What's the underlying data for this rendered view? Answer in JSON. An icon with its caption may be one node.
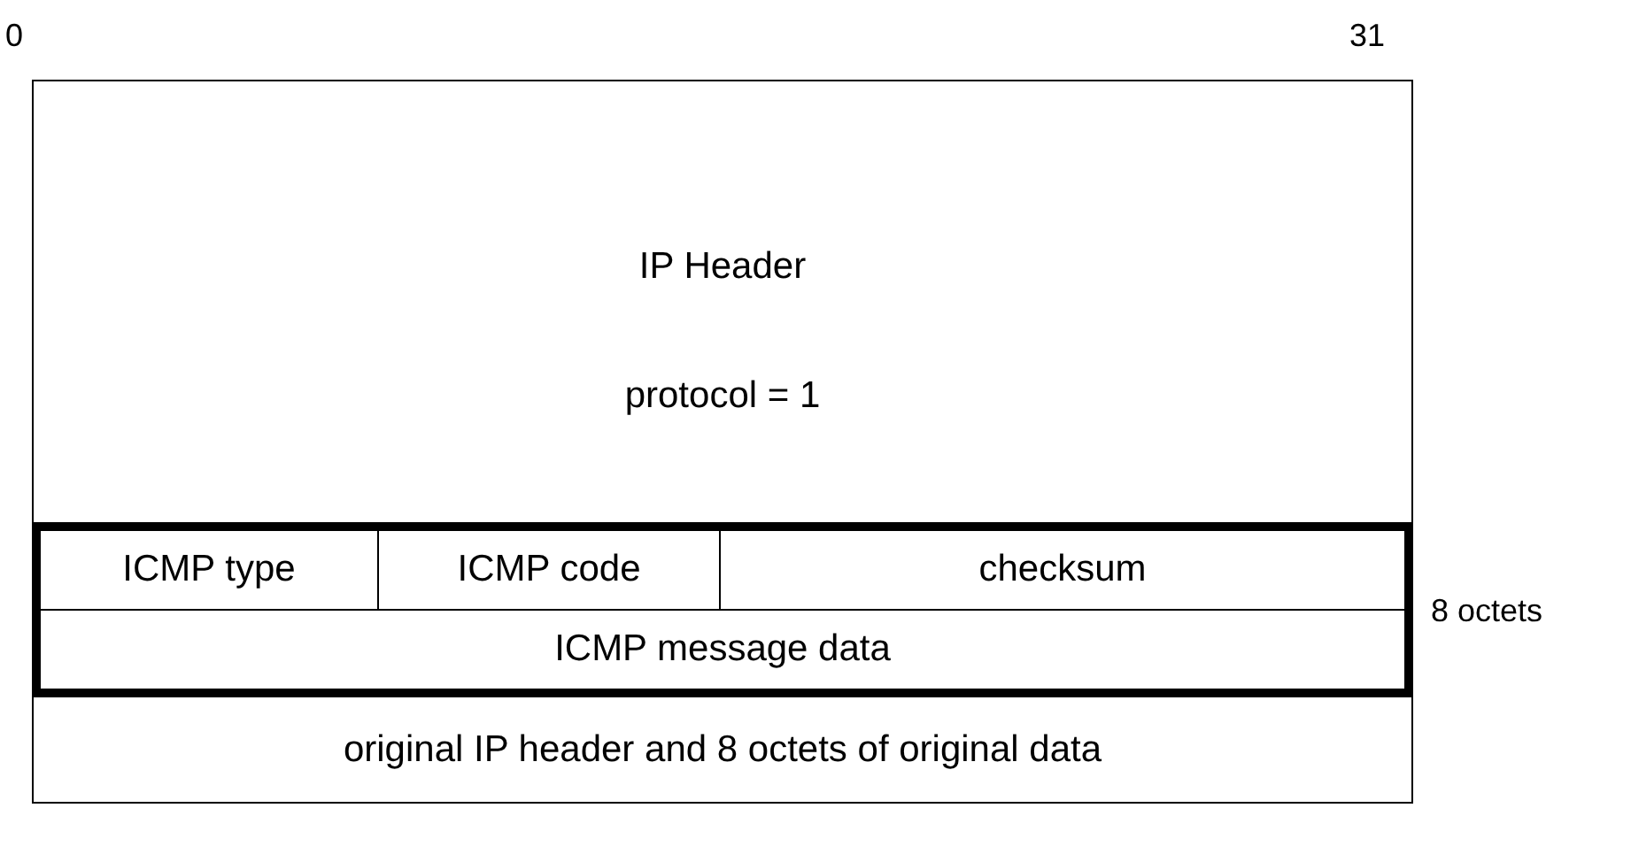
{
  "diagram": {
    "nodes": [
      {
        "text": [
          "IP Header",
          "protocol = 1"
        ]
      },
      {
        "text": [],
        "shape": "box",
        "beside": [
          "8 octets"
        ]
      },
      {
        "text": [
          "ICMP type"
        ],
        "in": 1
      },
      {
        "text": [
          "ICMP code"
        ],
        "in": 1
      },
      {
        "text": [
          "checksum"
        ],
        "in": 1
      },
      {
        "text": [
          "ICMP message data"
        ],
        "in": 1
      },
      {
        "text": [
          "original IP header and 8 octets of original data"
        ]
      }
    ],
    "edges": [],
    "labels": [
      "0",
      "31"
    ]
  }
}
